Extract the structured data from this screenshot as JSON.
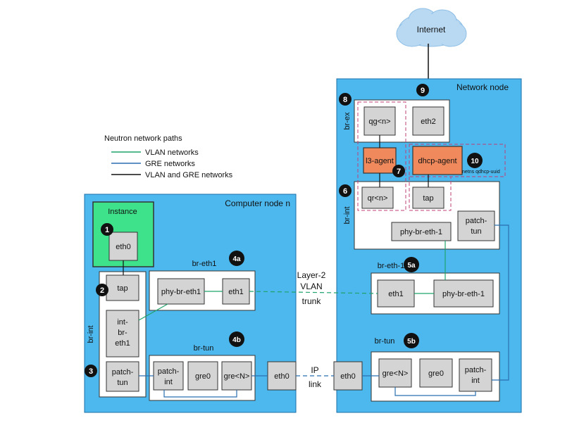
{
  "internet_label": "Internet",
  "legend": {
    "title": "Neutron network paths",
    "items": [
      {
        "label": "VLAN networks",
        "color": "#1fa36b"
      },
      {
        "label": "GRE networks",
        "color": "#2a6fb0"
      },
      {
        "label": "VLAN and GRE networks",
        "color": "#111111"
      }
    ]
  },
  "compute": {
    "title": "Computer node n",
    "instance": "Instance",
    "eth0": "eth0",
    "br_int": "br-int",
    "tap": "tap",
    "int_br_eth1": [
      "int-",
      "br-",
      "eth1"
    ],
    "patch_tun": [
      "patch-",
      "tun"
    ],
    "br_eth1": "br-eth1",
    "phy_br_eth1": "phy-br-eth1",
    "eth1": "eth1",
    "br_tun": "br-tun",
    "patch_int": [
      "patch-",
      "int"
    ],
    "gre0": "gre0",
    "greN": "gre<N>",
    "eth0_outer": "eth0"
  },
  "network": {
    "title": "Network node",
    "br_ex": "br-ex",
    "qg": "qg<n>",
    "eth2": "eth2",
    "l3_agent": "l3-agent",
    "dhcp_agent": "dhcp-agent",
    "netns": "netns qdhcp-uuid",
    "br_int": "br-int",
    "qr": "qr<n>",
    "tap": "tap",
    "phy_br_eth1": "phy-br-eth-1",
    "patch_tun": [
      "patch-",
      "tun"
    ],
    "br_eth1": "br-eth-1",
    "eth1": "eth1",
    "phy_br_eth1_b": "phy-br-eth-1",
    "br_tun": "br-tun",
    "greN": "gre<N>",
    "gre0": "gre0",
    "patch_int": [
      "patch-",
      "int"
    ],
    "eth0": "eth0"
  },
  "links": {
    "layer2": [
      "Layer-2",
      "VLAN",
      "trunk"
    ],
    "ip": [
      "IP",
      "link"
    ]
  },
  "badges": [
    "1",
    "2",
    "3",
    "4a",
    "4b",
    "5a",
    "5b",
    "6",
    "7",
    "8",
    "9",
    "10"
  ],
  "colors": {
    "node_bg": "#4db8ee",
    "box_fill": "#d4d4d4",
    "instance": "#3ee28a",
    "agent": "#f08a5d",
    "vlan": "#1fa36b",
    "gre": "#2a6fb0"
  }
}
